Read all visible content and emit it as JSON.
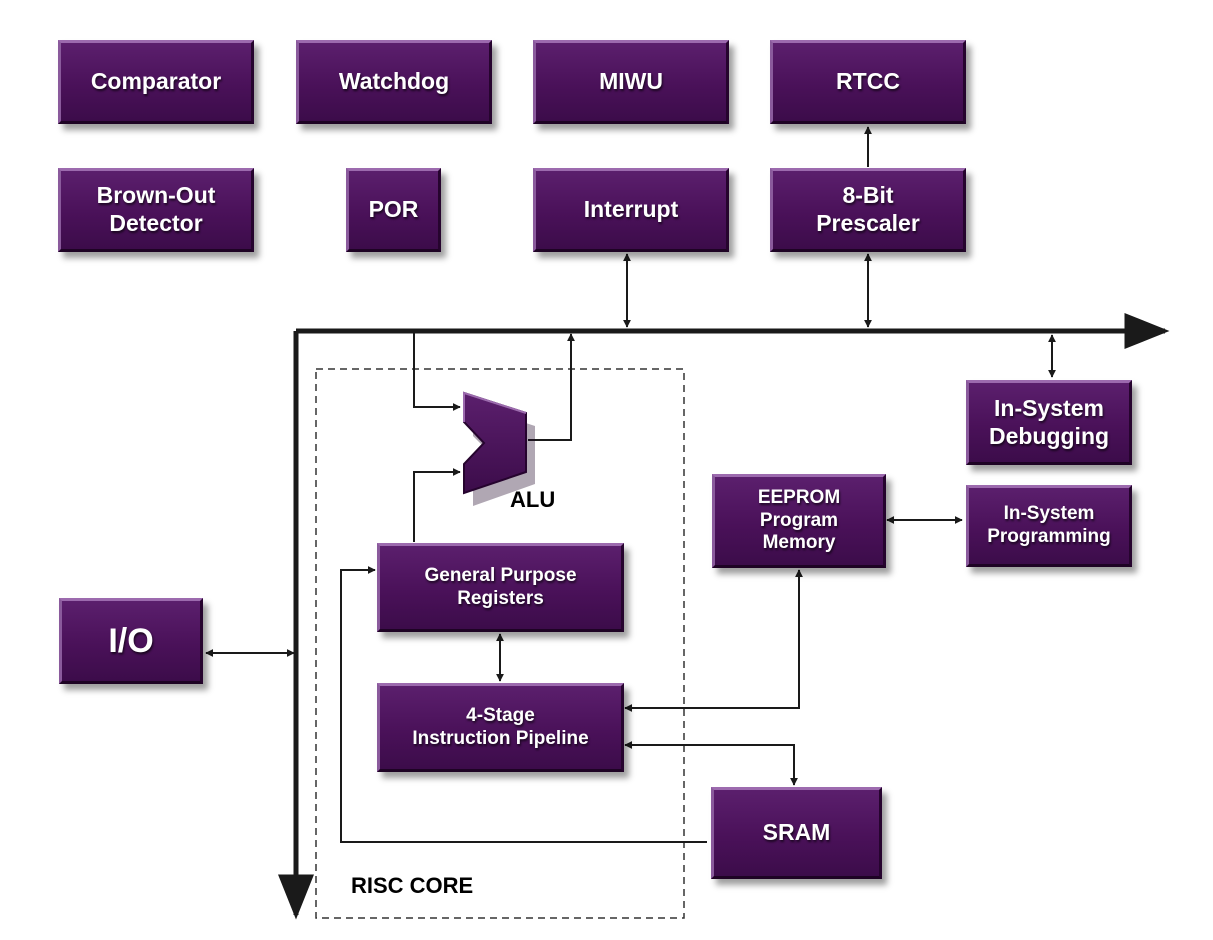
{
  "blocks": {
    "comparator": "Comparator",
    "watchdog": "Watchdog",
    "miwu": "MIWU",
    "rtcc": "RTCC",
    "brown_out": "Brown-Out\nDetector",
    "por": "POR",
    "interrupt": "Interrupt",
    "prescaler": "8-Bit\nPrescaler",
    "debugging": "In-System\nDebugging",
    "programming": "In-System\nProgramming",
    "eeprom": "EEPROM\nProgram\nMemory",
    "registers": "General Purpose\nRegisters",
    "pipeline": "4-Stage\nInstruction Pipeline",
    "sram": "SRAM",
    "io": "I/O"
  },
  "labels": {
    "alu": "ALU",
    "risc_core": "RISC CORE"
  },
  "colors": {
    "block_fill": "#4a1159",
    "line": "#1a1a1a"
  }
}
